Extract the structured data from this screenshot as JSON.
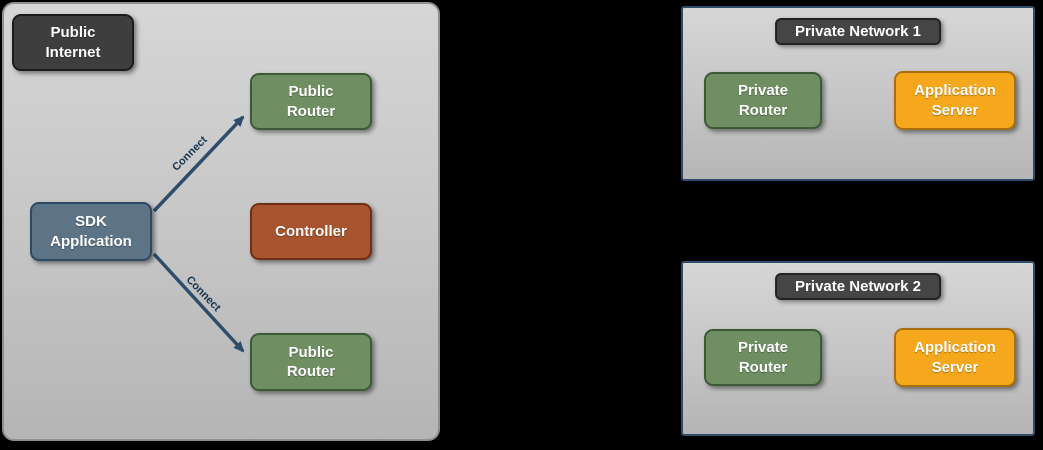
{
  "colors": {
    "canvas_bg": "#000000",
    "zone_bg": "#c8c8c8",
    "zone_border": "#8f8f8f",
    "network_border": "#2e4d6b",
    "dark_badge_bg": "#3e3e3e",
    "router_green": "#6f8f63",
    "sdk_slate": "#5d7487",
    "controller_rust": "#a8542f",
    "server_orange": "#f5a81c",
    "arrow": "#2e4d6b",
    "node_text": "#ffffff"
  },
  "public_zone": {
    "badge": "Public Internet",
    "sdk_application": "SDK Application",
    "public_router_top": "Public Router",
    "controller": "Controller",
    "public_router_bottom": "Public Router",
    "connect_top": "Connect",
    "connect_bottom": "Connect"
  },
  "network1": {
    "title": "Private Network 1",
    "private_router": "Private Router",
    "application_server": "Application Server"
  },
  "network2": {
    "title": "Private Network 2",
    "private_router": "Private Router",
    "application_server": "Application Server"
  }
}
